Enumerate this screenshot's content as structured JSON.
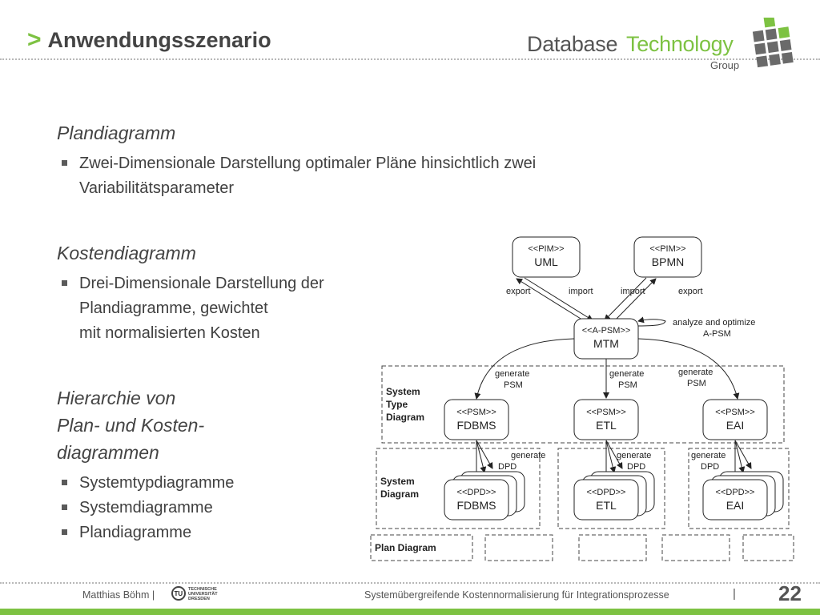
{
  "header": {
    "chevron": ">",
    "title": "Anwendungsszenario",
    "logo_part1": "Database",
    "logo_part2": "Technology",
    "logo_part3": "Group"
  },
  "sections": [
    {
      "heading": "Plandiagramm",
      "bullets": [
        [
          "Zwei-Dimensionale Darstellung optimaler Pläne hinsichtlich zwei",
          "Variabilitätsparameter"
        ]
      ]
    },
    {
      "heading": "Kostendiagramm",
      "bullets": [
        [
          "Drei-Dimensionale Darstellung der",
          "Plandiagramme, gewichtet",
          "mit normalisierten Kosten"
        ]
      ]
    },
    {
      "heading_lines": [
        "Hierarchie von",
        "Plan- und Kosten-",
        "diagrammen"
      ],
      "bullets": [
        [
          "Systemtypdiagramme"
        ],
        [
          "Systemdiagramme"
        ],
        [
          "Plandiagramme"
        ]
      ]
    }
  ],
  "diagram": {
    "nodes": {
      "uml": {
        "stereo": "<<PIM>>",
        "name": "UML"
      },
      "bpmn": {
        "stereo": "<<PIM>>",
        "name": "BPMN"
      },
      "mtm": {
        "stereo": "<<A-PSM>>",
        "name": "MTM"
      },
      "psm_fdbms": {
        "stereo": "<<PSM>>",
        "name": "FDBMS"
      },
      "psm_etl": {
        "stereo": "<<PSM>>",
        "name": "ETL"
      },
      "psm_eai": {
        "stereo": "<<PSM>>",
        "name": "EAI"
      },
      "dpd_fdbms": {
        "stereo": "<<DPD>>",
        "name": "FDBMS"
      },
      "dpd_etl": {
        "stereo": "<<DPD>>",
        "name": "ETL"
      },
      "dpd_eai": {
        "stereo": "<<DPD>>",
        "name": "EAI"
      }
    },
    "edge_labels": {
      "export": "export",
      "import": "import",
      "analyze_1": "analyze and optimize",
      "analyze_2": "A-PSM",
      "generate": "generate",
      "psm": "PSM",
      "dpd": "DPD"
    },
    "regions": {
      "system_type": [
        "System",
        "Type",
        "Diagram"
      ],
      "system": [
        "System",
        "Diagram"
      ],
      "plan": "Plan Diagram"
    }
  },
  "footer": {
    "author": "Matthias Böhm  |",
    "tud_lines": [
      "TECHNISCHE",
      "UNIVERSITÄT",
      "DRESDEN"
    ],
    "caption": "Systemübergreifende Kostennormalisierung für Integrationsprozesse",
    "separator": "|",
    "page": "22"
  },
  "colors": {
    "accent": "#7dc242",
    "text": "#404040"
  }
}
